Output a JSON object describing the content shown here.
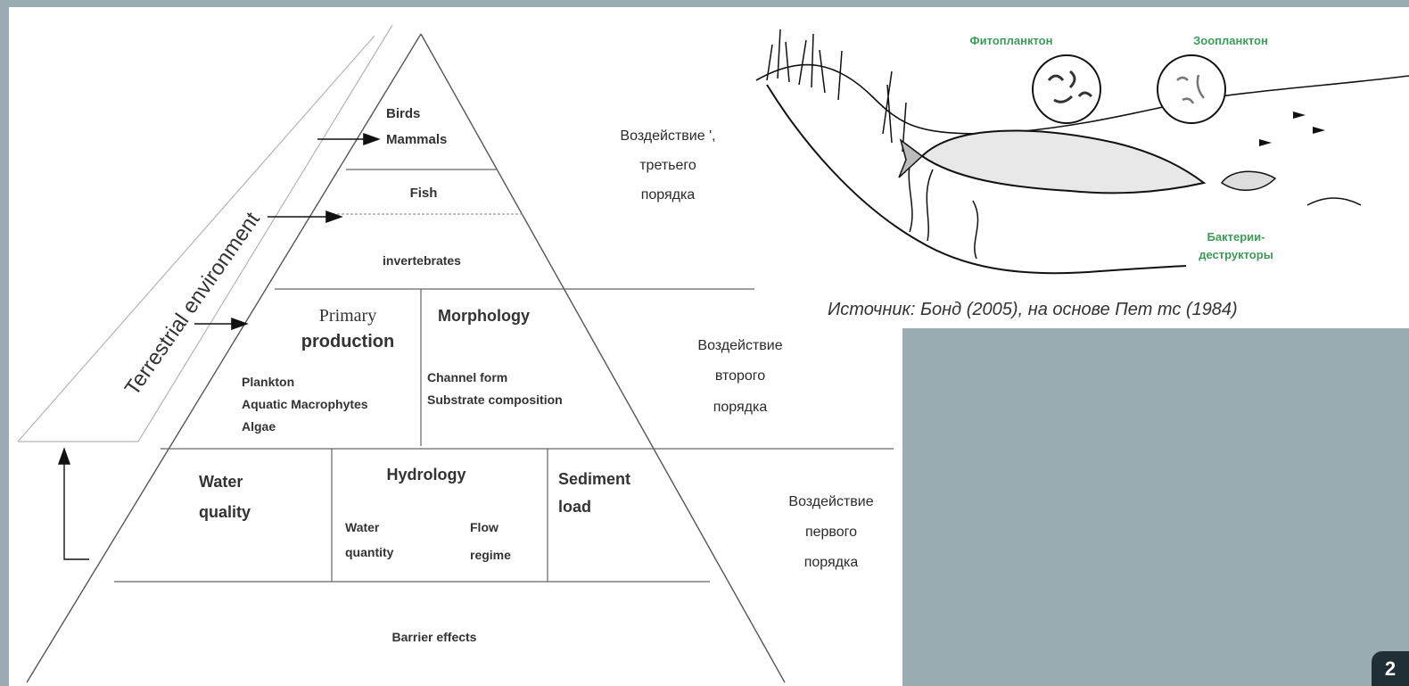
{
  "pyramid": {
    "tier_top": {
      "line1": "Birds",
      "line2": "Mammals"
    },
    "fish": "Fish",
    "invertebrates": "invertebrates",
    "primary_production": {
      "line1": "Primary",
      "line2": "production",
      "items": [
        "Plankton",
        "Aquatic Macrophytes",
        "Algae"
      ]
    },
    "morphology": {
      "title": "Morphology",
      "items": [
        "Channel form",
        "Substrate composition"
      ]
    },
    "water_quality": {
      "line1": "Water",
      "line2": "quality"
    },
    "hydrology": {
      "title": "Hydrology",
      "water_quantity": {
        "line1": "Water",
        "line2": "quantity"
      },
      "flow_regime": {
        "line1": "Flow",
        "line2": "regime"
      }
    },
    "sediment_load": {
      "line1": "Sediment",
      "line2": "load"
    },
    "barrier_effects": "Barrier effects",
    "terrestrial_label": "Terrestrial environment"
  },
  "impacts": {
    "third": [
      "Воздействие ',",
      "третьего",
      "порядка"
    ],
    "second": [
      "Воздействие",
      "второго",
      "порядка"
    ],
    "first": [
      "Воздействие",
      "первого",
      "порядка"
    ]
  },
  "ecosystem": {
    "phytoplankton": "Фитопланктон",
    "zooplankton": "Зоопланктон",
    "bacteria": [
      "Бактерии-",
      "деструкторы"
    ]
  },
  "source_caption": "Источник: Бонд (2005), на основе Пет тс (1984)",
  "slide_number": "2",
  "colors": {
    "background": "#9aabb2",
    "blue_text": "#4a6a8a",
    "green_text": "#3d9a5a",
    "badge": "#1f2f33"
  }
}
